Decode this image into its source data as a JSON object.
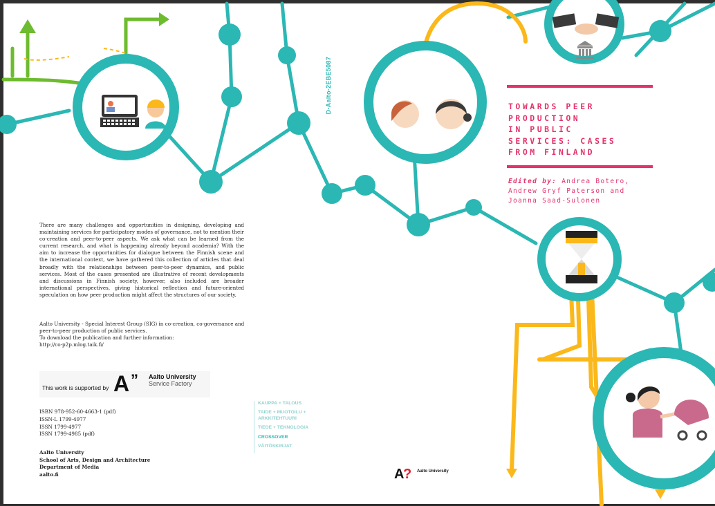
{
  "spine": {
    "code": "D-Aalto-2EBE5087"
  },
  "cover": {
    "title_lines": [
      "TOWARDS PEER",
      "PRODUCTION",
      "IN PUBLIC",
      "SERVICES: CASES",
      "FROM FINLAND"
    ],
    "edited_by_label": "Edited by:",
    "editors_line1": "Andrea Botero,",
    "editors_line2": "Andrew Gryf Paterson and",
    "editors_line3": "Joanna Saad-Sulonen"
  },
  "back": {
    "abstract": "There are many challenges and opportunities in designing, developing and maintaining services for participatory modes of governance, not to mention their co-creation and peer-to-peer aspects. We ask what can be learned from the current research, and what is happening already beyond academia? With the aim to increase the opportunities for dialogue between the Finnish scene and the international context, we have gathered this collection of articles that deal broadly with the relationships between peer-to-peer dynamics, and public services. Most of the cases presented are illustrative of recent developments and discussions in Finnish society, however, also included are broader international perspectives, giving historical reflection and future-oriented speculation on how peer production might affect the structures of our society.",
    "org_line1": "Aalto University - Special Interest Group (SIG) in co-creation, co-governance and",
    "org_line2": "peer-to-peer production of public services.",
    "org_line3": "To download the publication and further information:",
    "org_url": "http://co-p2p.mlog.taik.fi/",
    "support_label": "This work is supported by",
    "support_logo_letter": "A",
    "support_logo_quote": "”",
    "support_name": "Aalto University",
    "support_sub": "Service Factory",
    "issn": [
      "ISBN 978-952-60-4663-1 (pdf)",
      "ISSN-L 1799-4977",
      "ISSN 1799-4977",
      "ISSN 1799-4985 (pdf)"
    ],
    "address": [
      "Aalto University",
      "School of Arts, Design and Architecture",
      "Department of Media",
      "aalto.fi"
    ],
    "categories": [
      {
        "label": "KAUPPA + TALOUS",
        "active": false
      },
      {
        "label": "TAIDE + MUOTOILU + ARKKITEHTUURI",
        "active": false
      },
      {
        "label": "TIEDE + TEKNOLOGIA",
        "active": false
      },
      {
        "label": "CROSSOVER",
        "active": true
      },
      {
        "label": "VÄITÖSKIRJAT",
        "active": false
      }
    ],
    "logo_letter": "A",
    "logo_mark": "?",
    "logo_text": "Aalto University"
  },
  "colors": {
    "teal": "#2bb7b4",
    "yellow": "#fbb81b",
    "pink": "#e4336a",
    "green": "#6dbb2e"
  }
}
